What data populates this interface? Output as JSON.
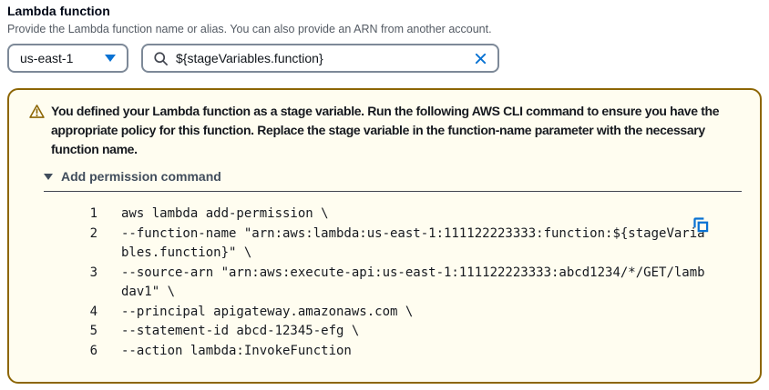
{
  "header": {
    "title": "Lambda function",
    "description": "Provide the Lambda function name or alias. You can also provide an ARN from another account."
  },
  "controls": {
    "region_select": {
      "value": "us-east-1"
    },
    "function_input": {
      "value": "${stageVariables.function}"
    }
  },
  "alert": {
    "type": "warning",
    "message": "You defined your Lambda function as a stage variable. Run the following AWS CLI command to ensure you have the appropriate policy for this function. Replace the stage variable in the function-name parameter with the necessary function name.",
    "expandable": {
      "label": "Add permission command",
      "expanded": true
    },
    "code": {
      "lines": [
        "aws lambda add-permission \\",
        "--function-name \"arn:aws:lambda:us-east-1:111122223333:function:${stageVariables.function}\" \\",
        "--source-arn \"arn:aws:execute-api:us-east-1:111122223333:abcd1234/*/GET/lambdav1\" \\",
        "--principal apigateway.amazonaws.com \\",
        "--statement-id abcd-12345-efg \\",
        "--action lambda:InvokeFunction"
      ]
    }
  },
  "icons": {
    "region_caret": "caret-down-filled",
    "search": "magnifier",
    "clear": "x-cross",
    "warning": "triangle-exclamation",
    "expand_caret": "caret-down-filled",
    "copy": "two-overlapping-squares"
  },
  "colors": {
    "accent_blue": "#0972D3",
    "input_border": "#7D8998",
    "warning_border": "#8D6605",
    "warning_background": "#FFFDF0",
    "primary_text": "#000716",
    "secondary_text": "#545B64"
  }
}
